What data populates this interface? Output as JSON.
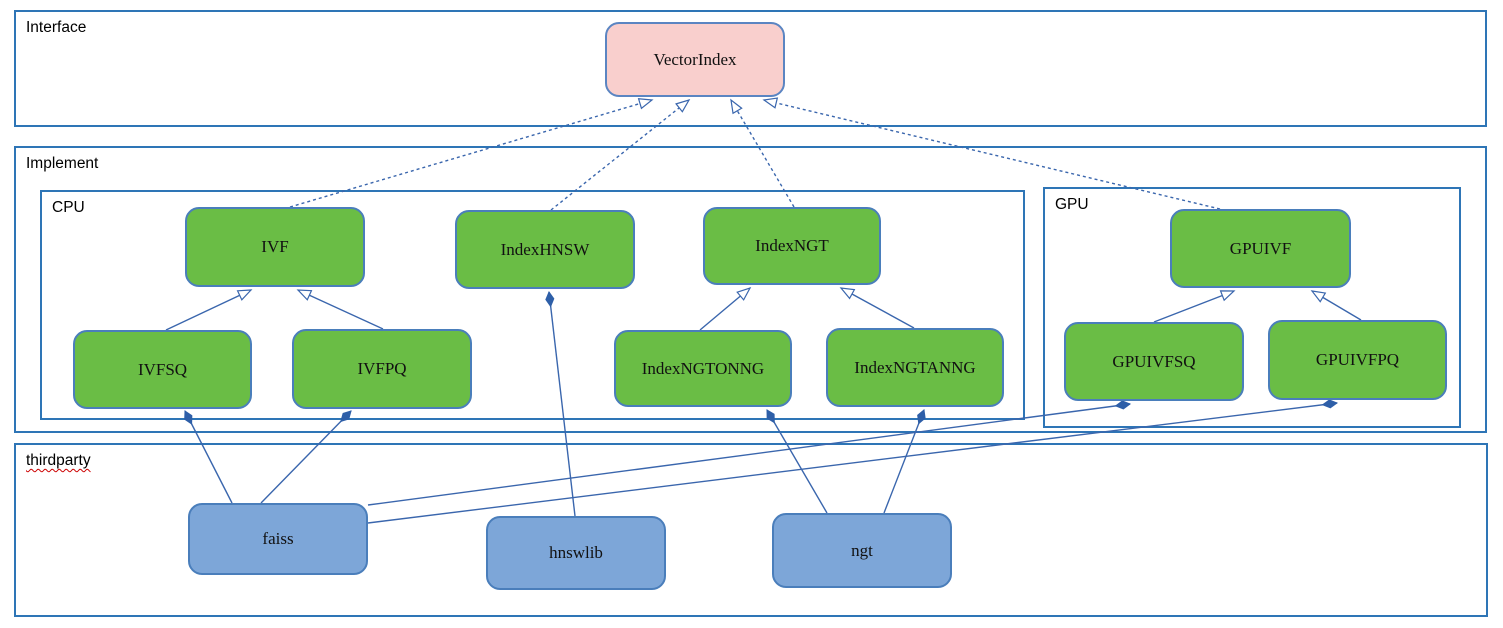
{
  "diagram": {
    "containers": {
      "interface": {
        "label": "Interface"
      },
      "implement": {
        "label": "Implement"
      },
      "cpu": {
        "label": "CPU"
      },
      "gpu": {
        "label": "GPU"
      },
      "thirdparty": {
        "label": "thirdparty",
        "spellcheck_underline": true
      }
    },
    "nodes": {
      "vectorindex": "VectorIndex",
      "ivf": "IVF",
      "indexhnsw": "IndexHNSW",
      "indexngt": "IndexNGT",
      "gpuivf": "GPUIVF",
      "ivfsq": "IVFSQ",
      "ivfpq": "IVFPQ",
      "indexngtonng": "IndexNGTONNG",
      "indexngtanng": "IndexNGTANNG",
      "gpuivfsq": "GPUIVFSQ",
      "gpuivfpq": "GPUIVFPQ",
      "faiss": "faiss",
      "hnswlib": "hnswlib",
      "ngt": "ngt"
    },
    "relationships": [
      {
        "type": "realization",
        "from": "IVF",
        "to": "VectorIndex",
        "line": "dashed",
        "head": "hollow-arrow"
      },
      {
        "type": "realization",
        "from": "IndexHNSW",
        "to": "VectorIndex",
        "line": "dashed",
        "head": "hollow-arrow"
      },
      {
        "type": "realization",
        "from": "IndexNGT",
        "to": "VectorIndex",
        "line": "dashed",
        "head": "hollow-arrow"
      },
      {
        "type": "realization",
        "from": "GPUIVF",
        "to": "VectorIndex",
        "line": "dashed",
        "head": "hollow-arrow"
      },
      {
        "type": "generalization",
        "from": "IVFSQ",
        "to": "IVF",
        "line": "solid",
        "head": "hollow-arrow"
      },
      {
        "type": "generalization",
        "from": "IVFPQ",
        "to": "IVF",
        "line": "solid",
        "head": "hollow-arrow"
      },
      {
        "type": "generalization",
        "from": "IndexNGTONNG",
        "to": "IndexNGT",
        "line": "solid",
        "head": "hollow-arrow"
      },
      {
        "type": "generalization",
        "from": "IndexNGTANNG",
        "to": "IndexNGT",
        "line": "solid",
        "head": "hollow-arrow"
      },
      {
        "type": "generalization",
        "from": "GPUIVFSQ",
        "to": "GPUIVF",
        "line": "solid",
        "head": "hollow-arrow"
      },
      {
        "type": "generalization",
        "from": "GPUIVFPQ",
        "to": "GPUIVF",
        "line": "solid",
        "head": "hollow-arrow"
      },
      {
        "type": "composition",
        "from": "faiss",
        "to": "IVFSQ",
        "line": "solid",
        "head": "filled-diamond"
      },
      {
        "type": "composition",
        "from": "faiss",
        "to": "IVFPQ",
        "line": "solid",
        "head": "filled-diamond"
      },
      {
        "type": "composition",
        "from": "faiss",
        "to": "GPUIVFSQ",
        "line": "solid",
        "head": "filled-diamond"
      },
      {
        "type": "composition",
        "from": "faiss",
        "to": "GPUIVFPQ",
        "line": "solid",
        "head": "filled-diamond"
      },
      {
        "type": "composition",
        "from": "hnswlib",
        "to": "IndexHNSW",
        "line": "solid",
        "head": "filled-diamond"
      },
      {
        "type": "composition",
        "from": "ngt",
        "to": "IndexNGTONNG",
        "line": "solid",
        "head": "filled-diamond"
      },
      {
        "type": "composition",
        "from": "ngt",
        "to": "IndexNGTANNG",
        "line": "solid",
        "head": "filled-diamond"
      }
    ],
    "colors": {
      "container_border": "#2e75b6",
      "edge_stroke": "#3a66ad",
      "node_green_fill": "#6abd45",
      "node_pink_fill": "#f9cfcd",
      "node_blue_fill": "#7da6d8",
      "node_border": "#4a7ebb",
      "spellcheck_squiggle": "#cc0000"
    }
  }
}
